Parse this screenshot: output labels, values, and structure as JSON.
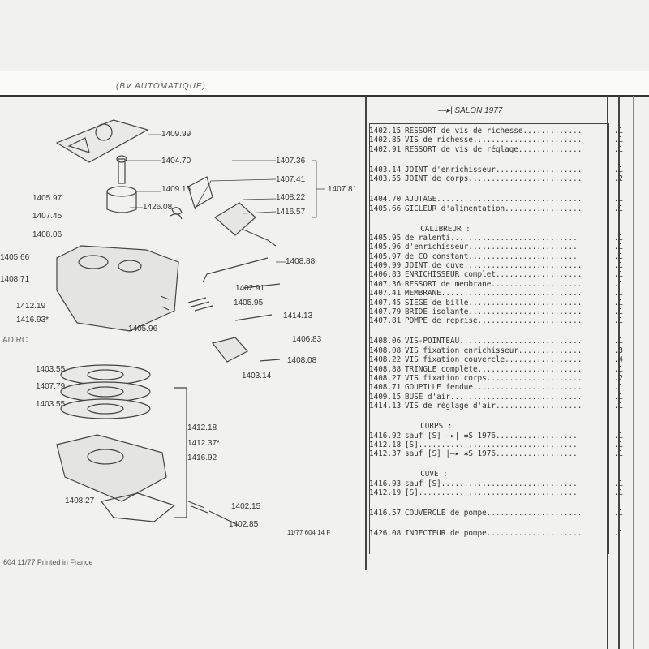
{
  "header": {
    "subtitle": "(BV AUTOMATIQUE)"
  },
  "salon": {
    "arrow": "—▸|",
    "label": "SALON 1977"
  },
  "diagram": {
    "labels": [
      "1409.99",
      "1404.70",
      "1407.36",
      "1407.41",
      "1407.81",
      "1409.15",
      "1408.22",
      "1405.97",
      "1426.08",
      "1416.57",
      "1407.45",
      "1408.06",
      "1405.66",
      "1408.88",
      "1408.71",
      "1402.91",
      "1405.95",
      "1412.19",
      "1414.13",
      "1416.93*",
      "1405.96",
      "1406.83",
      "1408.08",
      "1403.14",
      "1403.55",
      "1407.79",
      "1403.55",
      "1412.18",
      "1412.37*",
      "1416.92",
      "1408.27",
      "1402.15",
      "1402.85"
    ],
    "ref": "11/77 604 14 F",
    "margin_note": "AD.RC"
  },
  "footer": "604  11/77  Printed in France",
  "parts": [
    {
      "code": "1402.15",
      "desc": "RESSORT de vis de richesse.............",
      "qty": ".1"
    },
    {
      "code": "1402.85",
      "desc": "VIS de richesse........................",
      "qty": ".1"
    },
    {
      "code": "1402.91",
      "desc": "RESSORT de vis de réglage..............",
      "qty": ".1"
    },
    {
      "blank": true
    },
    {
      "code": "1403.14",
      "desc": "JOINT d'enrichisseur...................",
      "qty": ".1"
    },
    {
      "code": "1403.55",
      "desc": "JOINT de corps.........................",
      "qty": ".2"
    },
    {
      "blank": true
    },
    {
      "code": "1404.70",
      "desc": "AJUTAGE................................",
      "qty": ".1"
    },
    {
      "code": "1405.66",
      "desc": "GICLEUR d'alimentation.................",
      "qty": ".1"
    },
    {
      "blank": true
    },
    {
      "head": true,
      "code": "",
      "desc": "CALIBREUR :",
      "qty": ""
    },
    {
      "code": "1405.95",
      "desc": " de ralenti............................",
      "qty": ".1"
    },
    {
      "code": "1405.96",
      "desc": " d'enrichisseur........................",
      "qty": ".1"
    },
    {
      "code": "1405.97",
      "desc": " de CO constant........................",
      "qty": ".1"
    },
    {
      "code": "1409.99",
      "desc": "JOINT de cuve..........................",
      "qty": ".1"
    },
    {
      "code": "1406.83",
      "desc": "ENRICHISSEUR complet...................",
      "qty": ".1"
    },
    {
      "code": "1407.36",
      "desc": "RESSORT de membrane....................",
      "qty": ".1"
    },
    {
      "code": "1407.41",
      "desc": "MEMBRANE...............................",
      "qty": ".1"
    },
    {
      "code": "1407.45",
      "desc": "SIEGE de bille.........................",
      "qty": ".1"
    },
    {
      "code": "1407.79",
      "desc": "BRIDE isolante.........................",
      "qty": ".1"
    },
    {
      "code": "1407.81",
      "desc": "POMPE de reprise.......................",
      "qty": ".1"
    },
    {
      "blank": true
    },
    {
      "code": "1408.06",
      "desc": "VIS-POINTEAU...........................",
      "qty": ".1"
    },
    {
      "code": "1408.08",
      "desc": "VIS fixation enrichisseur..............",
      "qty": ".3"
    },
    {
      "code": "1408.22",
      "desc": "VIS fixation couvercle.................",
      "qty": ".4"
    },
    {
      "code": "1408.88",
      "desc": "TRINGLE complète.......................",
      "qty": ".1"
    },
    {
      "code": "1408.27",
      "desc": "VIS fixation corps.....................",
      "qty": ".2"
    },
    {
      "code": "1408.71",
      "desc": "GOUPILLE fendue........................",
      "qty": ".1"
    },
    {
      "code": "1409.15",
      "desc": "BUSE d'air.............................",
      "qty": ".1"
    },
    {
      "code": "1414.13",
      "desc": "VIS de réglage d'air...................",
      "qty": ".1"
    },
    {
      "blank": true
    },
    {
      "head": true,
      "code": "",
      "desc": "CORPS :",
      "qty": ""
    },
    {
      "code": "1416.92",
      "desc": " sauf [S] —▸| ✱S 1976..................",
      "qty": ".1"
    },
    {
      "code": "1412.18",
      "desc": " [S]...................................",
      "qty": ".1"
    },
    {
      "code": "1412.37",
      "desc": " sauf [S] |—▸ ✱S 1976..................",
      "qty": ".1"
    },
    {
      "blank": true
    },
    {
      "head": true,
      "code": "",
      "desc": "CUVE :",
      "qty": ""
    },
    {
      "code": "1416.93",
      "desc": " sauf [S]..............................",
      "qty": ".1"
    },
    {
      "code": "1412.19",
      "desc": " [S]...................................",
      "qty": ".1"
    },
    {
      "blank": true
    },
    {
      "code": "1416.57",
      "desc": "COUVERCLE de pompe.....................",
      "qty": ".1"
    },
    {
      "blank": true
    },
    {
      "code": "1426.08",
      "desc": "INJECTEUR de pompe.....................",
      "qty": ".1"
    }
  ]
}
